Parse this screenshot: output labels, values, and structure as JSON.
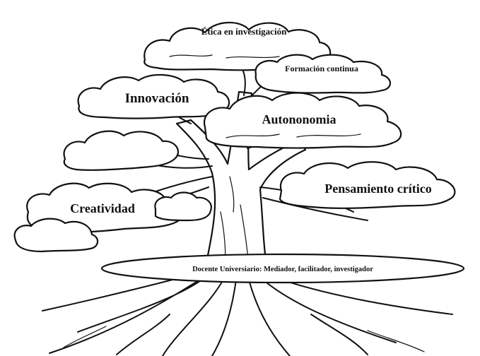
{
  "diagram": {
    "base": "Docente Universiario: Mediador, facilitador, investigador",
    "branches": [
      "Ética en investigación",
      "Formación continua",
      "Innovación",
      "Autononomia",
      "Pensamiento crítico",
      "Creatividad"
    ]
  },
  "colors": {
    "ink": "#111111",
    "background": "#ffffff"
  }
}
